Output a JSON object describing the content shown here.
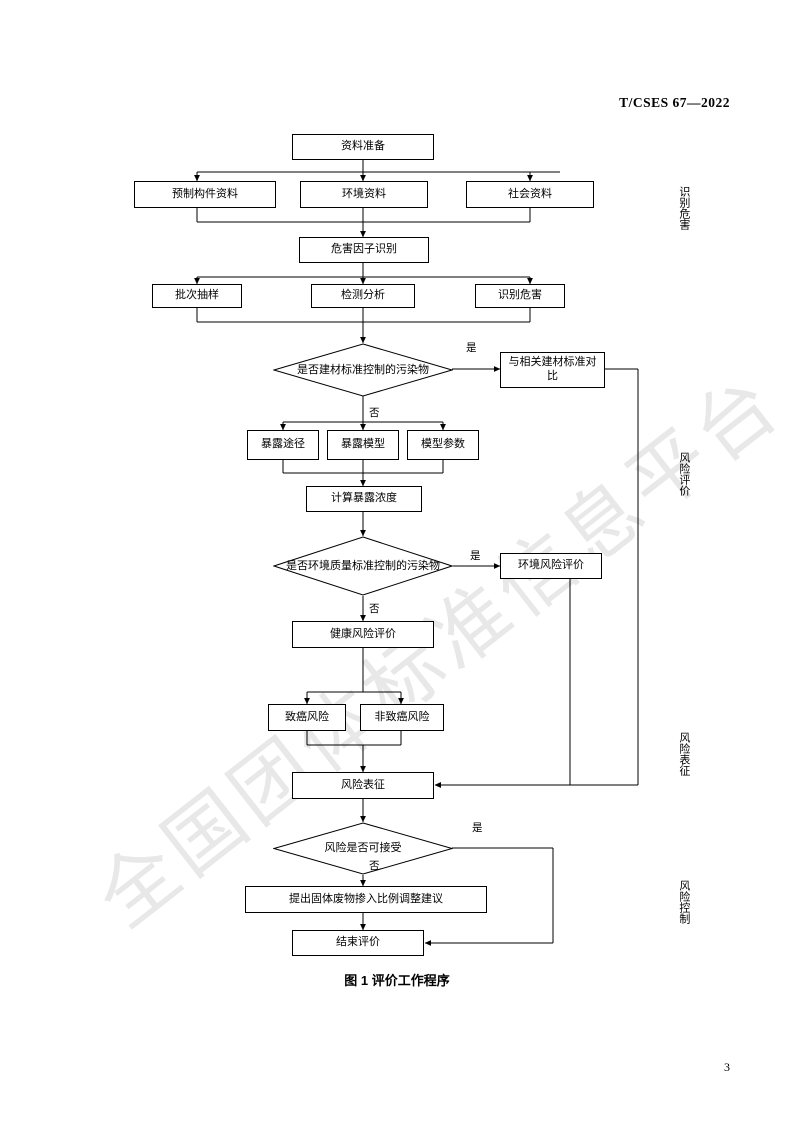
{
  "header": {
    "standard_code": "T/CSES 67—2022"
  },
  "page_number": "3",
  "figure": {
    "caption": "图 1  评价工作程序"
  },
  "watermark": {
    "lines": [
      "全国团体标准信息平台"
    ]
  },
  "stages": [
    {
      "id": "stage-hazard",
      "label": "识别危害"
    },
    {
      "id": "stage-risk-assessment",
      "label": "风险评价"
    },
    {
      "id": "stage-risk-characterization",
      "label": "风险表征"
    },
    {
      "id": "stage-risk-control",
      "label": "风险控制"
    }
  ],
  "nodes": [
    {
      "id": "data-preparation",
      "label": "资料准备"
    },
    {
      "id": "precast-component-data",
      "label": "预制构件资料"
    },
    {
      "id": "environment-data",
      "label": "环境资料"
    },
    {
      "id": "social-data",
      "label": "社会资料"
    },
    {
      "id": "hazard-factor-identification",
      "label": "危害因子识别"
    },
    {
      "id": "batch-sampling",
      "label": "批次抽样"
    },
    {
      "id": "detection-analysis",
      "label": "检测分析"
    },
    {
      "id": "hazard-identification",
      "label": "识别危害"
    },
    {
      "id": "decision-building-material-standard",
      "label": "是否建材标准控制的污染物"
    },
    {
      "id": "compare-building-material-standard",
      "label": "与相关建材标准对比"
    },
    {
      "id": "exposure-pathway",
      "label": "暴露途径"
    },
    {
      "id": "exposure-model",
      "label": "暴露模型"
    },
    {
      "id": "model-parameters",
      "label": "模型参数"
    },
    {
      "id": "calculate-exposure-concentration",
      "label": "计算暴露浓度"
    },
    {
      "id": "decision-environment-quality-standard",
      "label": "是否环境质量标准控制的污染物"
    },
    {
      "id": "environmental-risk-assessment",
      "label": "环境风险评价"
    },
    {
      "id": "health-risk-assessment",
      "label": "健康风险评价"
    },
    {
      "id": "carcinogenic-risk",
      "label": "致癌风险"
    },
    {
      "id": "non-carcinogenic-risk",
      "label": "非致癌风险"
    },
    {
      "id": "risk-characterization",
      "label": "风险表征"
    },
    {
      "id": "decision-risk-acceptable",
      "label": "风险是否可接受"
    },
    {
      "id": "propose-adjustment-suggestion",
      "label": "提出固体废物掺入比例调整建议"
    },
    {
      "id": "finish-assessment",
      "label": "结束评价"
    }
  ],
  "edge_labels": [
    {
      "id": "edge-yes-1",
      "label": "是"
    },
    {
      "id": "edge-no-1",
      "label": "否"
    },
    {
      "id": "edge-yes-2",
      "label": "是"
    },
    {
      "id": "edge-no-2",
      "label": "否"
    },
    {
      "id": "edge-yes-3",
      "label": "是"
    },
    {
      "id": "edge-no-3",
      "label": "否"
    }
  ]
}
